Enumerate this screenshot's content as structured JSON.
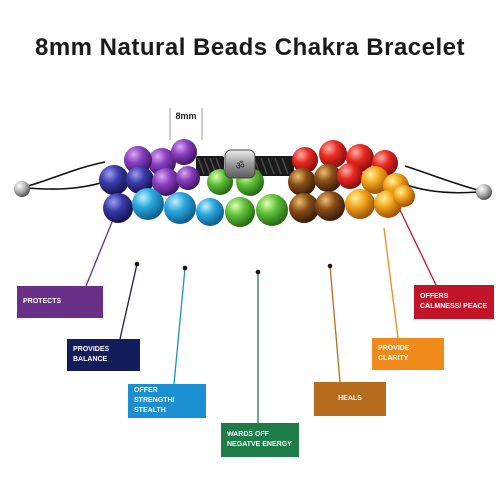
{
  "title": "8mm Natural Beads Chakra Bracelet",
  "measure_label": "8mm",
  "logo_glyph": "ॐ",
  "labels": {
    "protects": "PROTECTS",
    "balance": "PROVIDES BALANCE",
    "strength": "OFFER STRENGTH/ STEALTH",
    "negative": "WARDS OFF NEGATVE ENERGY",
    "heals": "HEALS",
    "clarity": "PROVIDE CLARITY",
    "calm": "OFFERS CALMNESS/ PEACE"
  },
  "colors": {
    "purple": "#6a2f86",
    "navy": "#141d5c",
    "blue": "#1b8fd2",
    "green": "#1d7c48",
    "brown": "#b66b1d",
    "orange": "#f08a1b",
    "red": "#c21428"
  }
}
